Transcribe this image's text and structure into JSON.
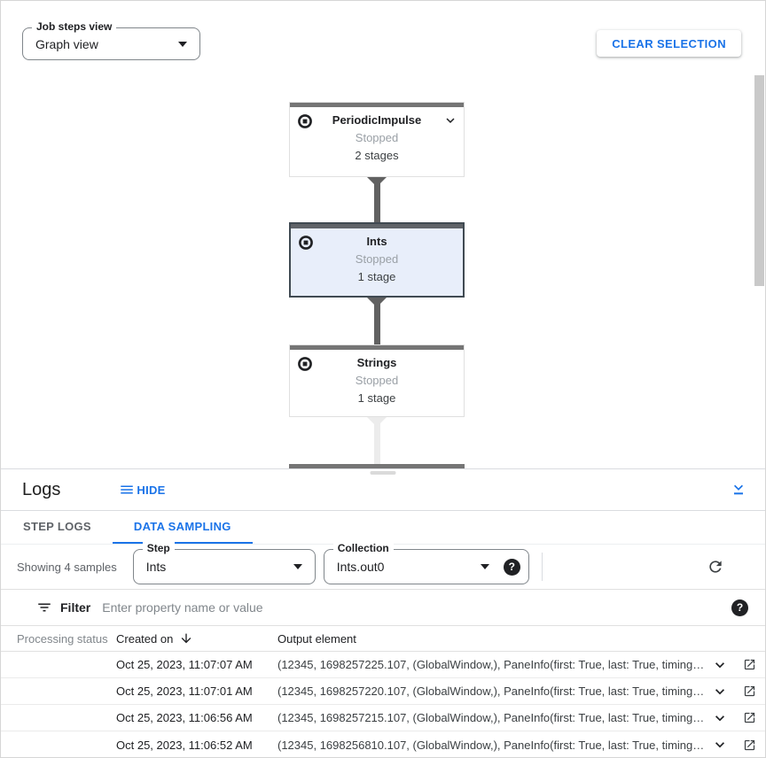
{
  "top_toolbar": {
    "job_steps_view": {
      "label": "Job steps view",
      "value": "Graph view"
    },
    "clear_selection_label": "CLEAR SELECTION"
  },
  "graph": {
    "nodes": [
      {
        "title": "PeriodicImpulse",
        "status": "Stopped",
        "stages": "2 stages",
        "selected": false,
        "expandable": true
      },
      {
        "title": "Ints",
        "status": "Stopped",
        "stages": "1 stage",
        "selected": true,
        "expandable": false
      },
      {
        "title": "Strings",
        "status": "Stopped",
        "stages": "1 stage",
        "selected": false,
        "expandable": false
      }
    ]
  },
  "logs": {
    "title": "Logs",
    "hide_label": "HIDE",
    "tabs": [
      {
        "label": "STEP LOGS",
        "active": false
      },
      {
        "label": "DATA SAMPLING",
        "active": true
      }
    ],
    "showing_text": "Showing 4 samples",
    "step_field": {
      "label": "Step",
      "value": "Ints"
    },
    "collection_field": {
      "label": "Collection",
      "value": "Ints.out0"
    },
    "filter": {
      "label": "Filter",
      "placeholder": "Enter property name or value",
      "value": ""
    },
    "table": {
      "headers": [
        "Processing status",
        "Created on",
        "Output element"
      ],
      "rows": [
        {
          "created_on": "Oct 25, 2023, 11:07:07 AM",
          "output": "(12345, 1698257225.107, (GlobalWindow,), PaneInfo(first: True, last: True, timing…"
        },
        {
          "created_on": "Oct 25, 2023, 11:07:01 AM",
          "output": "(12345, 1698257220.107, (GlobalWindow,), PaneInfo(first: True, last: True, timing…"
        },
        {
          "created_on": "Oct 25, 2023, 11:06:56 AM",
          "output": "(12345, 1698257215.107, (GlobalWindow,), PaneInfo(first: True, last: True, timing…"
        },
        {
          "created_on": "Oct 25, 2023, 11:06:52 AM",
          "output": "(12345, 1698256810.107, (GlobalWindow,), PaneInfo(first: True, last: True, timing…"
        }
      ]
    }
  },
  "icons": {
    "help_glyph": "?"
  },
  "colors": {
    "accent_blue": "#1a73e8",
    "node_bar_gray": "#757575",
    "selected_node_bg": "#e8eefa",
    "status_gray": "#9aa0a6"
  }
}
